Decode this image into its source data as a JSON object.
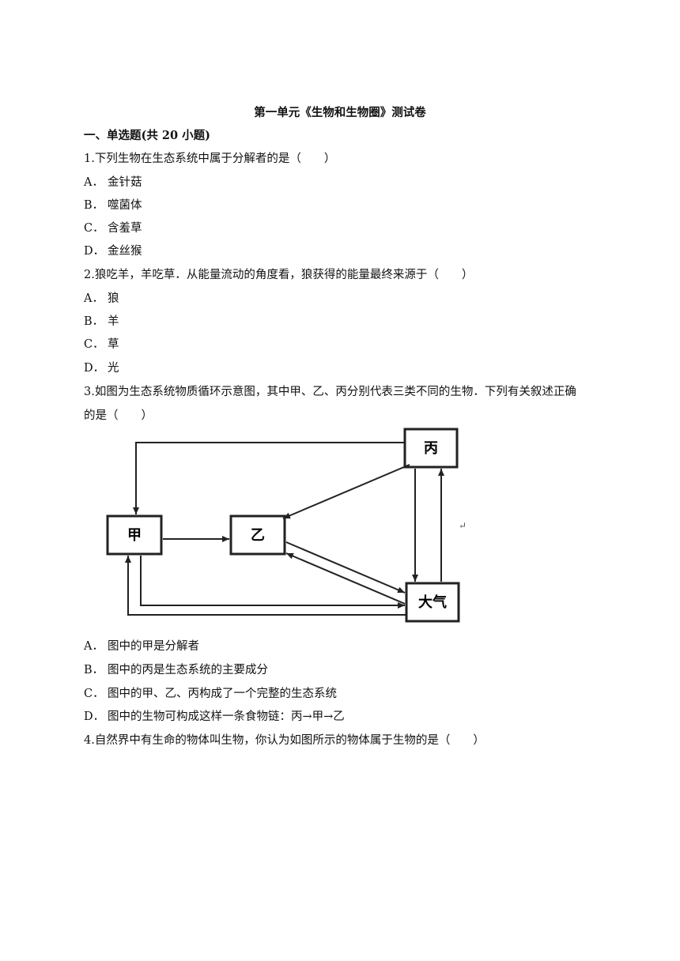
{
  "title": "第一单元《生物和生物圈》测试卷",
  "section": "一、单选题(共 20 小题)",
  "questions": [
    {
      "stem": "1.下列生物在生态系统中属于分解者的是（　　）",
      "options": [
        {
          "letter": "A．",
          "text": "金针菇"
        },
        {
          "letter": "B．",
          "text": "噬菌体"
        },
        {
          "letter": "C．",
          "text": "含羞草"
        },
        {
          "letter": "D．",
          "text": "金丝猴"
        }
      ]
    },
    {
      "stem": "2.狼吃羊，羊吃草．从能量流动的角度看，狼获得的能量最终来源于（　　）",
      "options": [
        {
          "letter": "A．",
          "text": "狼"
        },
        {
          "letter": "B．",
          "text": "羊"
        },
        {
          "letter": "C．",
          "text": "草"
        },
        {
          "letter": "D．",
          "text": "光"
        }
      ]
    },
    {
      "stem_line1": "3.如图为生态系统物质循环示意图，其中甲、乙、丙分别代表三类不同的生物．下列有关叙述正确",
      "stem_line2": "的是（　　）",
      "diagram": {
        "jia": "甲",
        "yi": "乙",
        "bing": "丙",
        "daqi": "大气",
        "mark": "↵"
      },
      "options": [
        {
          "letter": "A．",
          "text": "图中的甲是分解者"
        },
        {
          "letter": "B．",
          "text": "图中的丙是生态系统的主要成分"
        },
        {
          "letter": "C．",
          "text": "图中的甲、乙、丙构成了一个完整的生态系统"
        },
        {
          "letter": "D．",
          "text": "图中的生物可构成这样一条食物链：丙→甲→乙"
        }
      ]
    },
    {
      "stem": "4.自然界中有生命的物体叫生物，你认为如图所示的物体属于生物的是（　　）"
    }
  ]
}
